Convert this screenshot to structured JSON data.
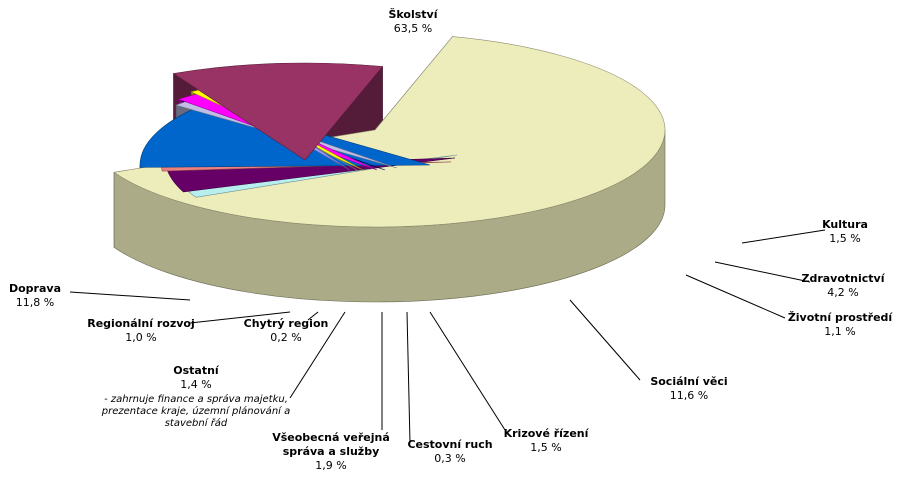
{
  "chart_data": {
    "type": "pie",
    "title": "",
    "slices": [
      {
        "label": "Školství",
        "value": 63.5,
        "value_label": "63,5 %",
        "color": "#EDEDBB"
      },
      {
        "label": "Kultura",
        "value": 1.5,
        "value_label": "1,5 %",
        "color": "#B7EEEE"
      },
      {
        "label": "Zdravotnictví",
        "value": 4.2,
        "value_label": "4,2 %",
        "color": "#660066"
      },
      {
        "label": "Životní prostředí",
        "value": 1.1,
        "value_label": "1,1 %",
        "color": "#F08080"
      },
      {
        "label": "Sociální věci",
        "value": 11.6,
        "value_label": "11,6 %",
        "color": "#0066CC"
      },
      {
        "label": "Krizové řízení",
        "value": 1.5,
        "value_label": "1,5 %",
        "color": "#BFBFE6"
      },
      {
        "label": "Cestovní ruch",
        "value": 0.3,
        "value_label": "0,3 %",
        "color": "#000080"
      },
      {
        "label": "Všeobecná veřejná správa a služby",
        "label_lines": [
          "Všeobecná veřejná",
          "správa a služby"
        ],
        "value": 1.9,
        "value_label": "1,9 %",
        "color": "#FF00FF"
      },
      {
        "label": "Ostatní",
        "value": 1.4,
        "value_label": "1,4 %",
        "note_lines": [
          "- zahrnuje finance a správa majetku,",
          "prezentace kraje, územní plánování a",
          "stavební řád"
        ],
        "color": "#FFFF00"
      },
      {
        "label": "Chytrý region",
        "value": 0.2,
        "value_label": "0,2 %",
        "color": "#CCCCCC"
      },
      {
        "label": "Regionální rozvoj",
        "value": 1.0,
        "value_label": "1,0 %",
        "color": "#9999FF"
      },
      {
        "label": "Doprava",
        "value": 11.8,
        "value_label": "11,8 %",
        "color": "#993366"
      }
    ],
    "exploded": true,
    "style": "3d",
    "legend": "none"
  }
}
